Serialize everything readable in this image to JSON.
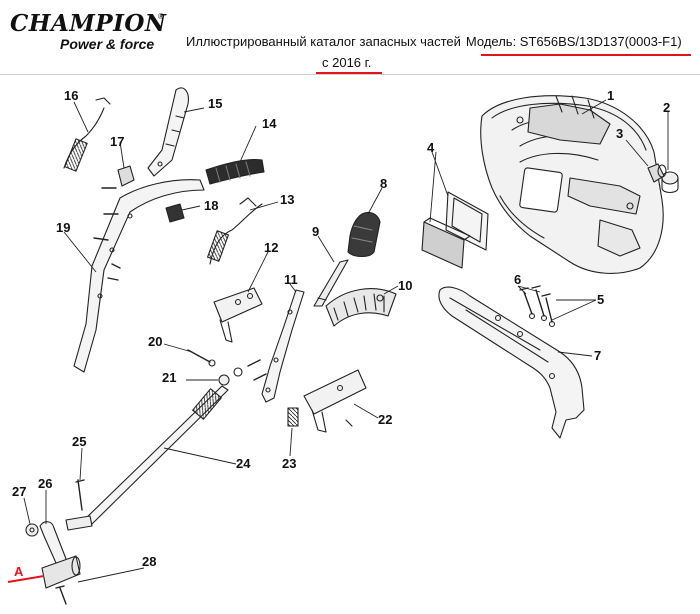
{
  "header": {
    "brand_name": "CHAMPION",
    "brand_mark": "®",
    "brand_tagline": "Power & force",
    "catalog_title": "Иллюстрированный каталог запасных частей",
    "model": "Модель: ST656BS/13D137(0003-F1)",
    "year": "с 2016 г.",
    "accent_color": "#e3131b"
  },
  "callouts": [
    {
      "id": "callout-1",
      "label": "1"
    },
    {
      "id": "callout-2",
      "label": "2"
    },
    {
      "id": "callout-3",
      "label": "3"
    },
    {
      "id": "callout-4",
      "label": "4"
    },
    {
      "id": "callout-5",
      "label": "5"
    },
    {
      "id": "callout-6",
      "label": "6"
    },
    {
      "id": "callout-7",
      "label": "7"
    },
    {
      "id": "callout-8",
      "label": "8"
    },
    {
      "id": "callout-9",
      "label": "9"
    },
    {
      "id": "callout-10",
      "label": "10"
    },
    {
      "id": "callout-11",
      "label": "11"
    },
    {
      "id": "callout-12",
      "label": "12"
    },
    {
      "id": "callout-13",
      "label": "13"
    },
    {
      "id": "callout-14",
      "label": "14"
    },
    {
      "id": "callout-15",
      "label": "15"
    },
    {
      "id": "callout-16",
      "label": "16"
    },
    {
      "id": "callout-17",
      "label": "17"
    },
    {
      "id": "callout-18",
      "label": "18"
    },
    {
      "id": "callout-19",
      "label": "19"
    },
    {
      "id": "callout-20",
      "label": "20"
    },
    {
      "id": "callout-21",
      "label": "21"
    },
    {
      "id": "callout-22",
      "label": "22"
    },
    {
      "id": "callout-23",
      "label": "23"
    },
    {
      "id": "callout-24",
      "label": "24"
    },
    {
      "id": "callout-25",
      "label": "25"
    },
    {
      "id": "callout-26",
      "label": "26"
    },
    {
      "id": "callout-27",
      "label": "27"
    },
    {
      "id": "callout-28",
      "label": "28"
    }
  ],
  "marker": {
    "label": "A"
  }
}
